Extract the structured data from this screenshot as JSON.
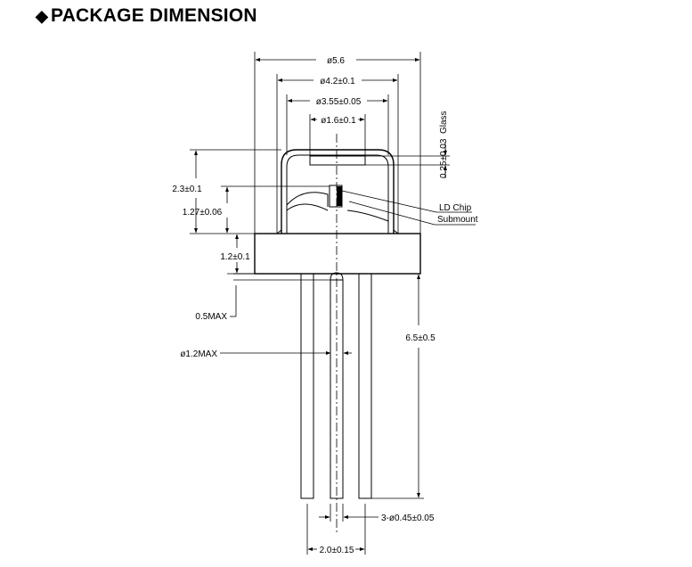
{
  "header": {
    "bullet": "◆",
    "title": "PACKAGE DIMENSION"
  },
  "dimensions": {
    "cap_outer_dia": "ø5.6",
    "cap_dia": "ø4.2±0.1",
    "cap_inner_dia": "ø3.55±0.05",
    "window_dia": "ø1.6±0.1",
    "glass_thickness": "0.25±0.03",
    "height_total": "2.3±0.1",
    "chip_height": "1.27±0.06",
    "base_height": "1.2±0.1",
    "standoff": "0.5MAX",
    "pin_dia_max": "ø1.2MAX",
    "lead_length": "6.5±0.5",
    "lead_dia": "3-ø0.45±0.05",
    "lead_spacing": "2.0±0.15"
  },
  "labels": {
    "glass": "Glass",
    "ld_chip": "LD Chip",
    "submount": "Submount"
  },
  "colors": {
    "line": "#000000",
    "background": "#ffffff"
  }
}
